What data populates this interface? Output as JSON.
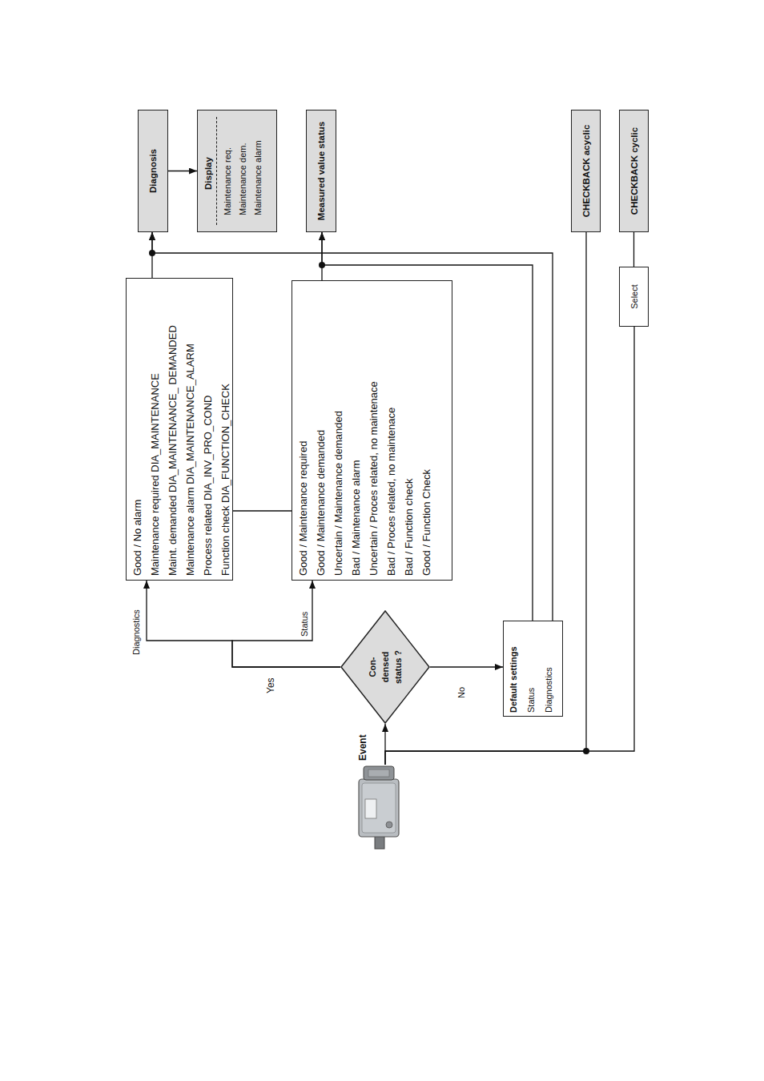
{
  "diagram": {
    "nodes": [
      {
        "text": [
          "Diagnosis"
        ]
      },
      {
        "text": [
          "Display",
          "Maintenance req.",
          "Maintenance dem.",
          "Maintenance alarm"
        ]
      },
      {
        "text": [
          "Measured value status"
        ]
      },
      {
        "text": [
          "CHECKBACK acyclic"
        ]
      },
      {
        "text": [
          "CHECKBACK cyclic"
        ]
      },
      {
        "text": [
          "Good / No alarm",
          "Maintenance required DIA_MAINTENANCE",
          "Maint. demanded DIA_MAINTENANCE_ DEMANDED",
          "Maintenance alarm DIA_MAINTENANCE_ALARM",
          "Process related DIA_INV_PRO_COND",
          "Function check DIA_FUNCTION_CHECK"
        ]
      },
      {
        "text": [
          "Good / Maintenance required",
          "Good / Maintenance demanded",
          "Uncertain / Maintenance demanded",
          "Bad / Maintenance alarm",
          "Uncertain / Proces related, no maintenace",
          "Bad / Proces related, no maintenace",
          "Bad / Function check",
          "Good / Function Check"
        ]
      },
      {
        "text": [
          "Select"
        ]
      },
      {
        "text": [
          "Con- densed status ?"
        ]
      },
      {
        "text": [
          "Default settings",
          "Status",
          "Diagnostics"
        ]
      },
      {
        "text": [
          "Event"
        ]
      }
    ],
    "edges": [
      {
        "from": 0,
        "to": 1,
        "arrow": "to"
      },
      {
        "from": 5,
        "to": 0,
        "arrow": "to"
      },
      {
        "from": 6,
        "to": 2,
        "arrow": "to"
      },
      {
        "from": 10,
        "to": 8,
        "arrow": "to"
      },
      {
        "from": 8,
        "to": 5,
        "label": "Diagnostics",
        "arrow": "to"
      },
      {
        "from": 8,
        "to": 6,
        "label": "Status",
        "arrow": "to"
      },
      {
        "from": 8,
        "to": 9,
        "label": "No",
        "arrow": "to"
      },
      {
        "from": 9,
        "to": 0,
        "arrow": "to"
      },
      {
        "from": 9,
        "to": 2,
        "arrow": "to"
      },
      {
        "from": 10,
        "to": 3,
        "arrow": "none"
      },
      {
        "from": 10,
        "to": 7,
        "arrow": "none"
      },
      {
        "from": 7,
        "to": 4,
        "arrow": "none"
      },
      {
        "from": 5,
        "to": 6,
        "arrow": "none"
      }
    ],
    "labels": [
      "Yes"
    ]
  }
}
